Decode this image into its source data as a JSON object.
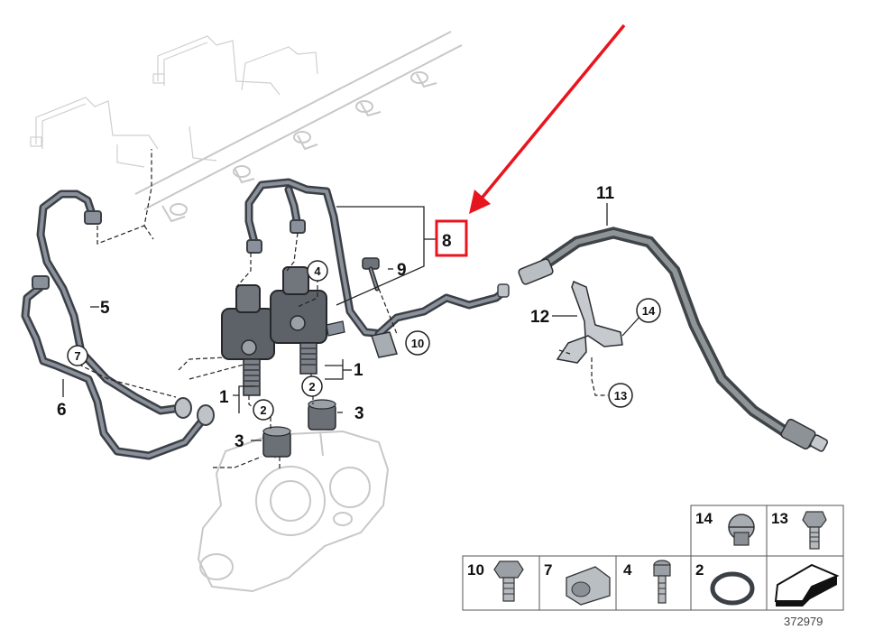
{
  "highlight_color": "#e8141e",
  "labels": {
    "l1a": "1",
    "l1b": "1",
    "l3a": "3",
    "l3b": "3",
    "l5": "5",
    "l6": "6",
    "l8": "8",
    "l9": "9",
    "l11": "11",
    "l12": "12"
  },
  "circled": {
    "c2a": "2",
    "c2b": "2",
    "c2c": "2",
    "c4": "4",
    "c7": "7",
    "c10": "10",
    "c13": "13",
    "c14": "14"
  },
  "legend": {
    "top_row": [
      "14",
      "13"
    ],
    "bottom_row": [
      "10",
      "7",
      "4",
      "2"
    ]
  },
  "diagram_number": "372979"
}
